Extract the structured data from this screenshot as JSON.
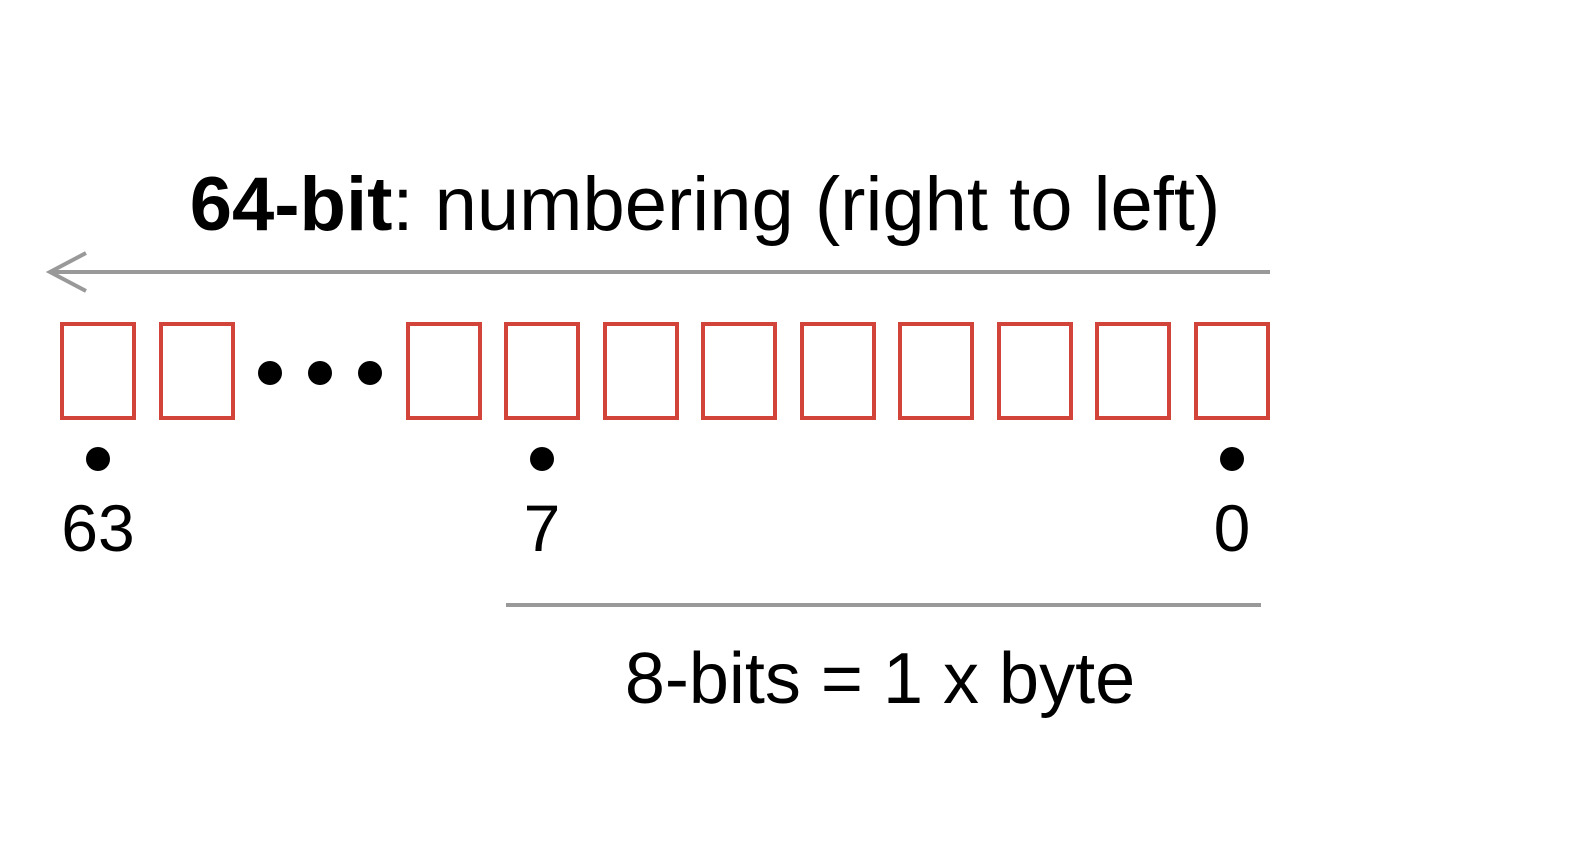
{
  "title": {
    "strong": "64-bit",
    "rest": ": numbering (right to left)"
  },
  "bit_labels": {
    "high": "63",
    "byte_boundary": "7",
    "low": "0"
  },
  "byte_caption": "8-bits = 1 x byte",
  "colors": {
    "bit_box": "#d2443a",
    "arrow": "#999999",
    "rule": "#999999",
    "dots": "#000000"
  }
}
